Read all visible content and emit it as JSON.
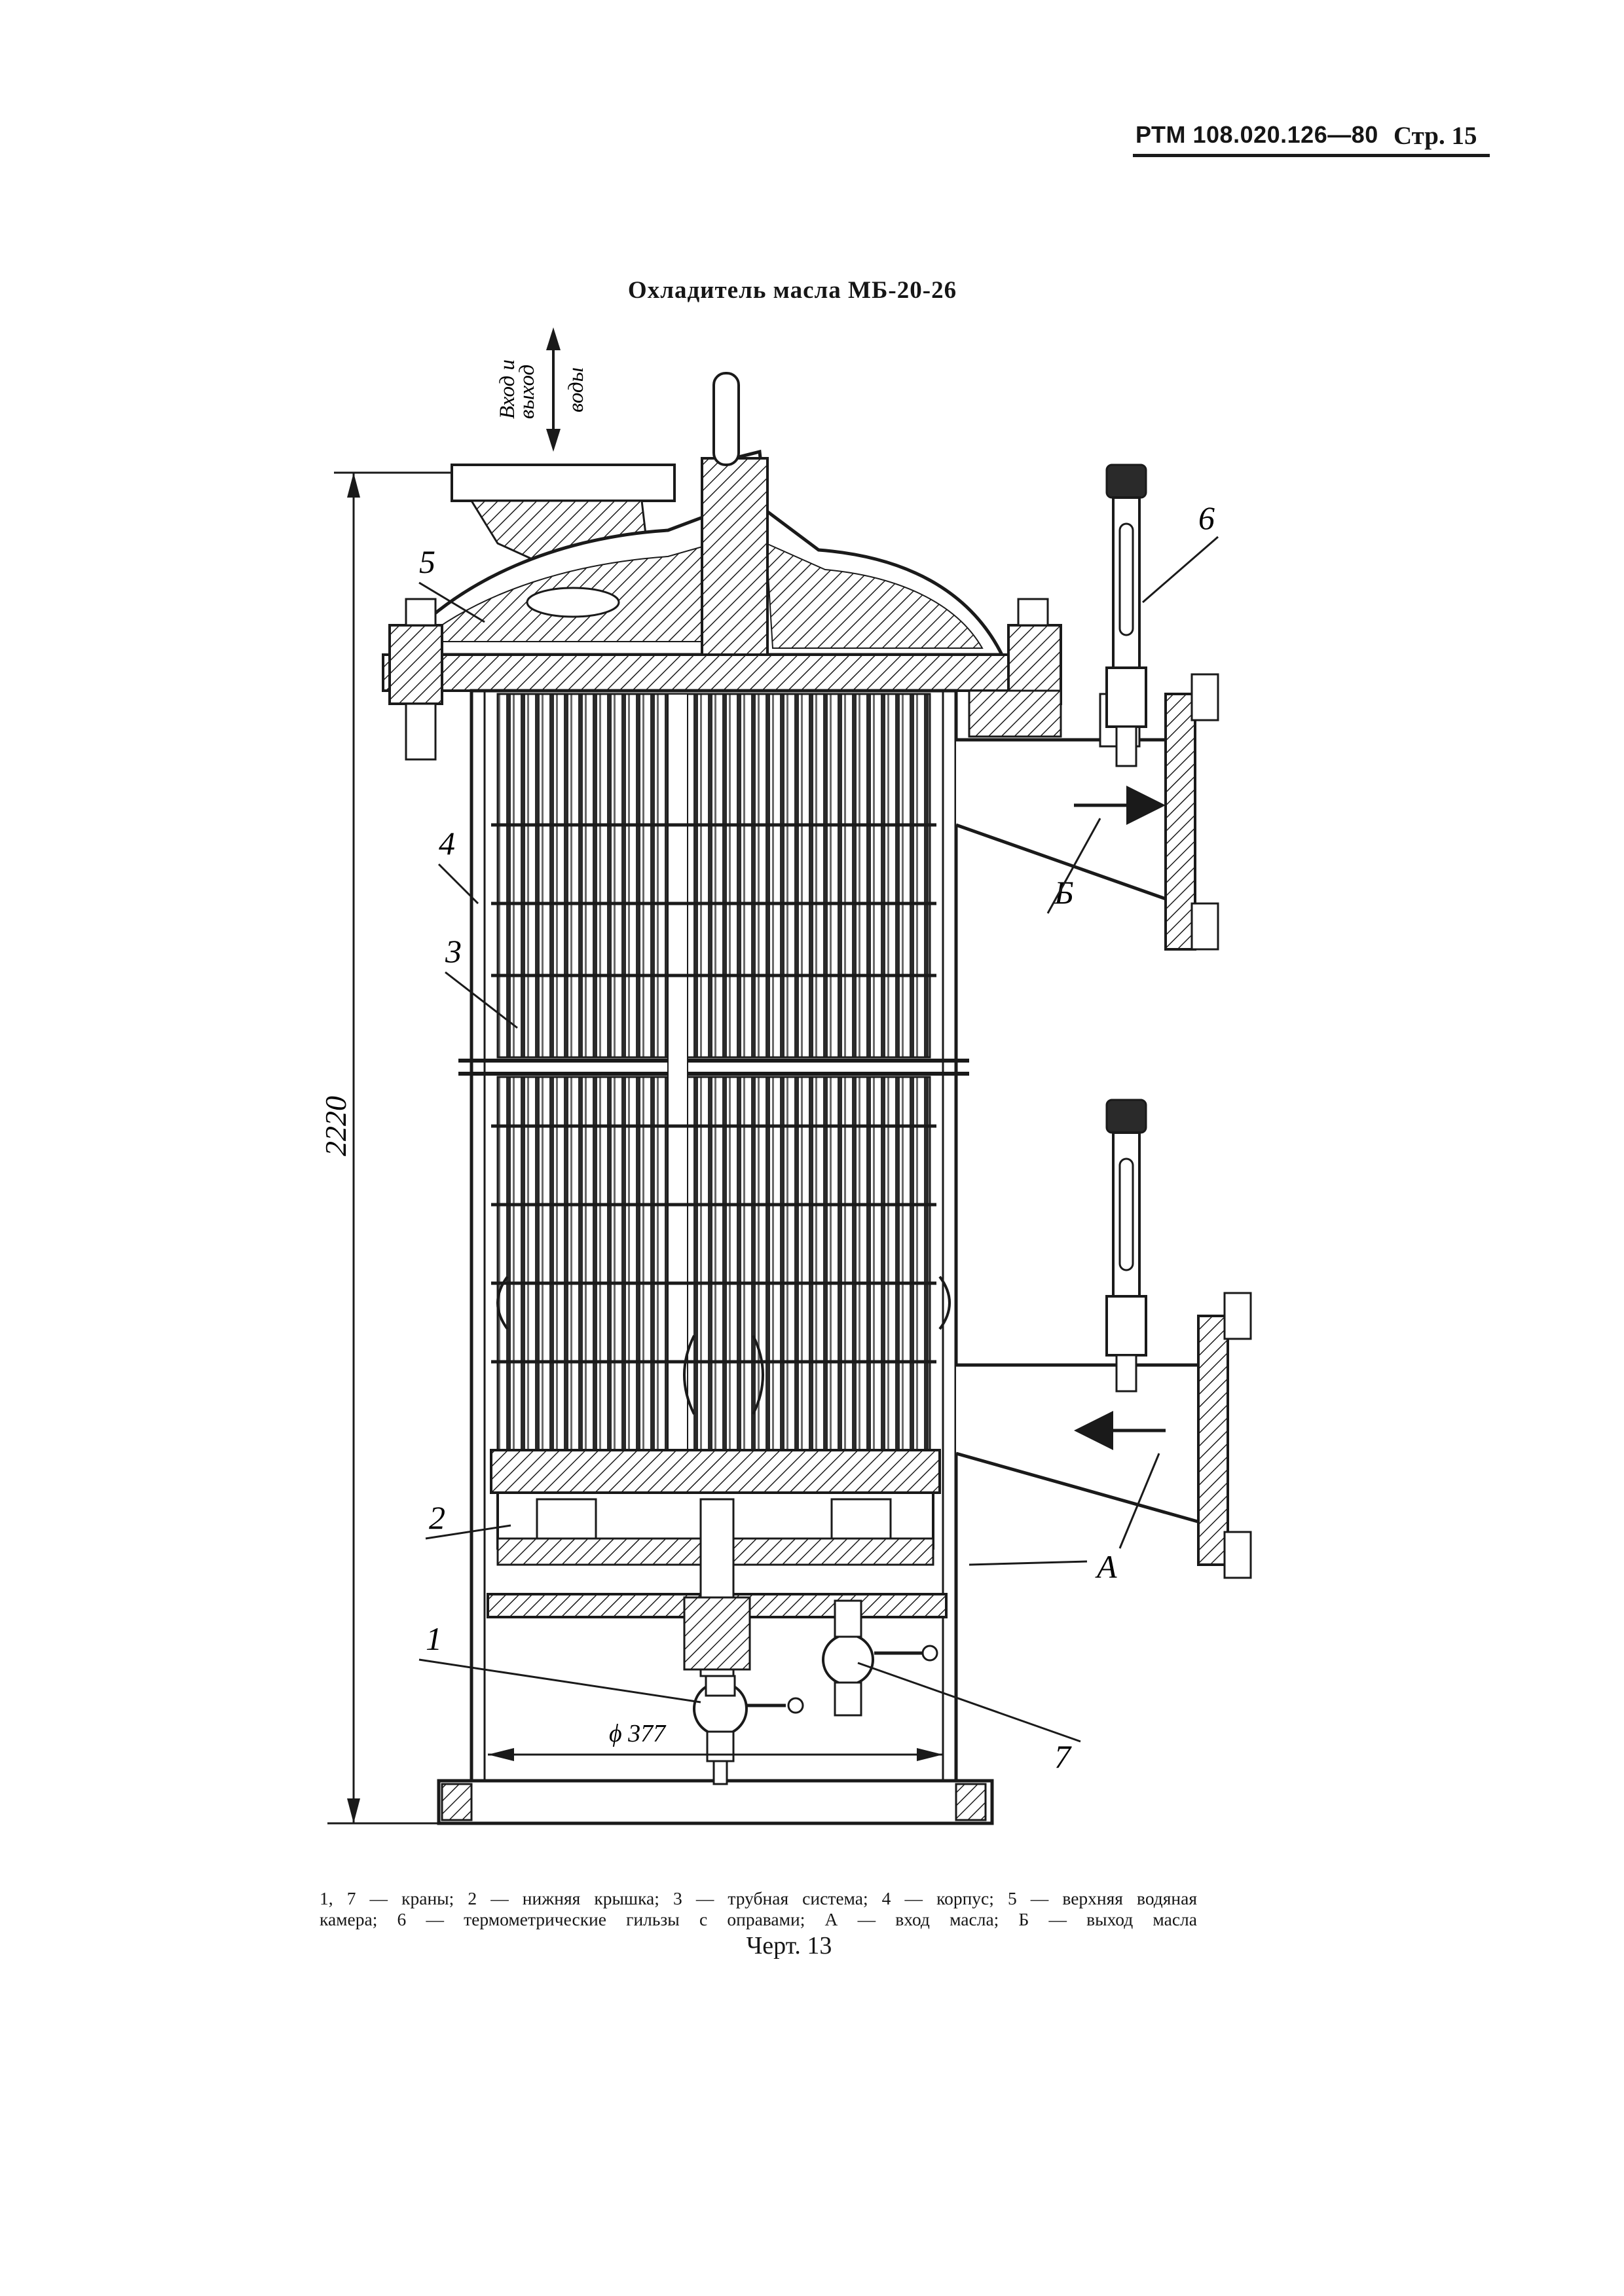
{
  "header": {
    "doc_code": "РТМ 108.020.126—80",
    "page_label": "Стр. 15"
  },
  "figure": {
    "title": "Охладитель масла МБ-20-26",
    "flow_label_1": "Вход и",
    "flow_label_2": "выход",
    "flow_label_3": "воды",
    "dim_height": "2220",
    "dim_diameter": "ϕ 377",
    "callouts": [
      "1",
      "2",
      "3",
      "4",
      "5",
      "6",
      "7",
      "А",
      "Б"
    ]
  },
  "legend": {
    "line1": "1, 7 — краны; 2 — нижняя крышка; 3 — трубная система; 4 — корпус; 5 — верхняя водяная",
    "line2": "камера; 6 — термометрические гильзы с оправами; А — вход масла; Б — выход масла"
  },
  "caption": "Черт. 13"
}
